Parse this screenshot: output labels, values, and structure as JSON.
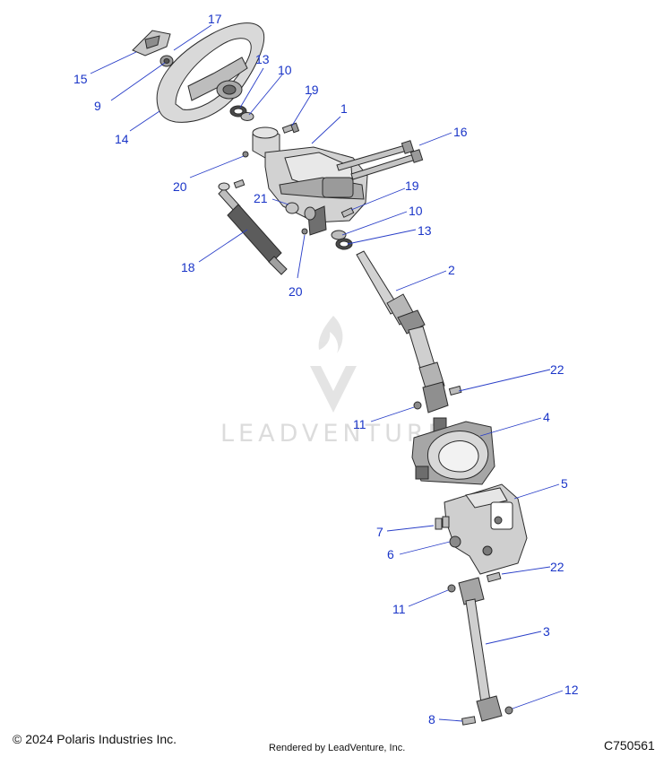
{
  "callouts": {
    "c1": "1",
    "c2": "2",
    "c3": "3",
    "c4": "4",
    "c5": "5",
    "c6": "6",
    "c7": "7",
    "c8": "8",
    "c9": "9",
    "c10a": "10",
    "c10b": "10",
    "c11a": "11",
    "c11b": "11",
    "c12": "12",
    "c13a": "13",
    "c13b": "13",
    "c14": "14",
    "c15": "15",
    "c16": "16",
    "c17": "17",
    "c18": "18",
    "c19a": "19",
    "c19b": "19",
    "c20a": "20",
    "c20b": "20",
    "c21": "21",
    "c22a": "22",
    "c22b": "22"
  },
  "watermark": {
    "text": "LEADVENTURE"
  },
  "footer": {
    "copyright": "© 2024 Polaris Industries Inc.",
    "rendered_by": "Rendered by LeadVenture, Inc.",
    "diagram_code": "C750561"
  },
  "colors": {
    "callout": "#1a35c8",
    "part_fill": "#d4d4d4",
    "part_dark": "#8a8a8a",
    "watermark": "#d9d9d9"
  }
}
